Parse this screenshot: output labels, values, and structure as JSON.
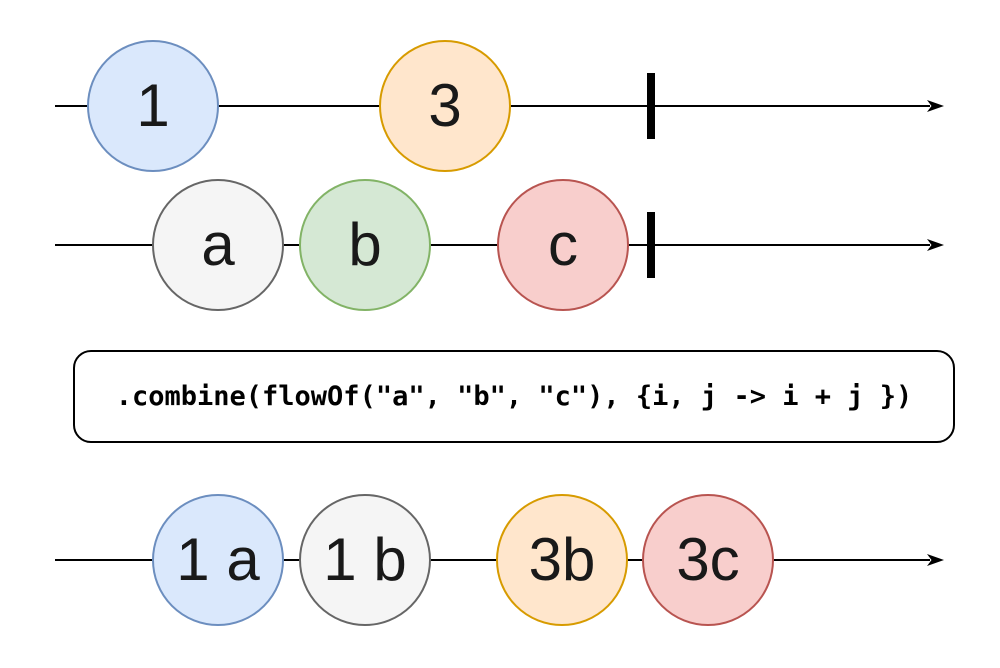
{
  "diagram": {
    "type": "marble-diagram",
    "background": "#ffffff",
    "palette": {
      "blue": {
        "fill": "#DAE8FC",
        "stroke": "#6C8EBF"
      },
      "orange": {
        "fill": "#FFE6CC",
        "stroke": "#D79B00"
      },
      "green": {
        "fill": "#D5E8D4",
        "stroke": "#82B366"
      },
      "red": {
        "fill": "#F8CECC",
        "stroke": "#B85450"
      },
      "gray": {
        "fill": "#F5F5F5",
        "stroke": "#666666"
      },
      "line": "#000000"
    },
    "rows": [
      {
        "name": "source-flow",
        "has_terminator": true,
        "marbles": [
          {
            "label": "1",
            "color": "blue"
          },
          {
            "label": "3",
            "color": "orange"
          }
        ]
      },
      {
        "name": "other-flow",
        "has_terminator": true,
        "marbles": [
          {
            "label": "a",
            "color": "gray"
          },
          {
            "label": "b",
            "color": "green"
          },
          {
            "label": "c",
            "color": "red"
          }
        ]
      },
      {
        "name": "result-flow",
        "has_terminator": false,
        "marbles": [
          {
            "label": "1 a",
            "color": "blue"
          },
          {
            "label": "1 b",
            "color": "gray"
          },
          {
            "label": "3b",
            "color": "orange"
          },
          {
            "label": "3c",
            "color": "red"
          }
        ]
      }
    ],
    "code_box": {
      "text": ".combine(flowOf(\"a\", \"b\", \"c\"), {i, j -> i + j })"
    }
  }
}
